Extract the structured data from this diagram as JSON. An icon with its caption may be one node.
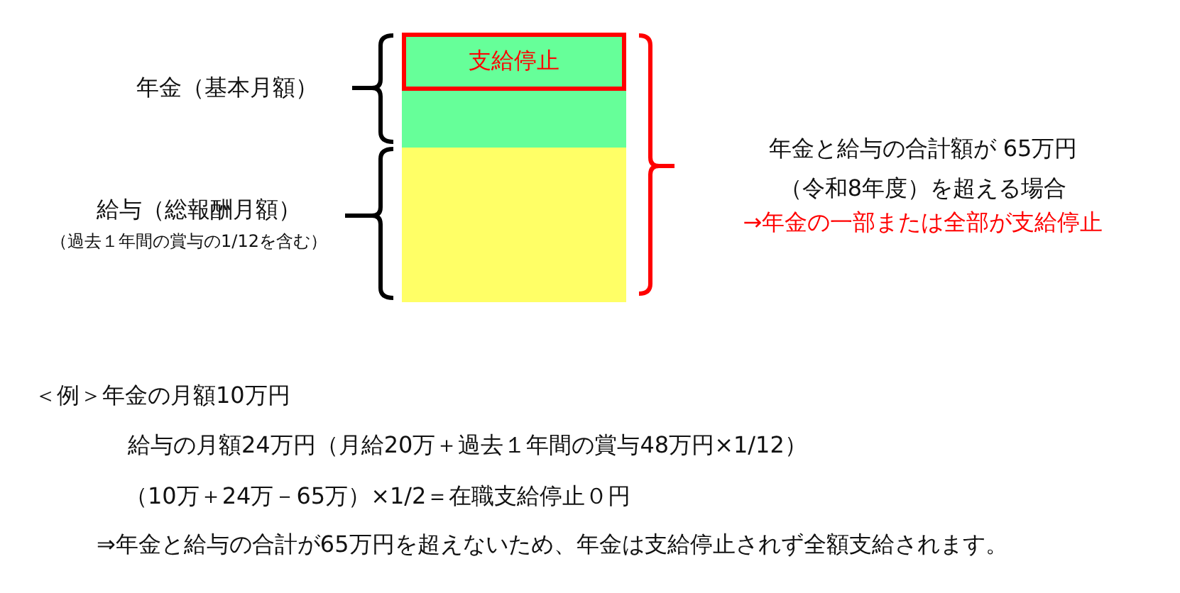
{
  "diagram": {
    "nodes": [
      {
        "text": [],
        "shape": "bar"
      },
      {
        "text": [
          "支給停止"
        ],
        "in": 0
      },
      {
        "text": [],
        "shape": "bar"
      }
    ],
    "labels": [
      "年金（基本月額）",
      "給与（総報酬月額）",
      "（過去１年間の賞与の1/12を含む）",
      "年金と給与の合計額が 65万円（令和8年度）を超える場合",
      "→年金の一部または全部が支給停止",
      "＜例＞年金の月額10万円",
      "給与の月額24万円（月給20万＋過去１年間の賞与48万円×1/12）",
      "（10万＋24万－65万）×1/2＝在職支給停止０円",
      "⇒年金と給与の合計が65万円を超えないため、年金は支給停止されず全額支給されます。"
    ]
  }
}
